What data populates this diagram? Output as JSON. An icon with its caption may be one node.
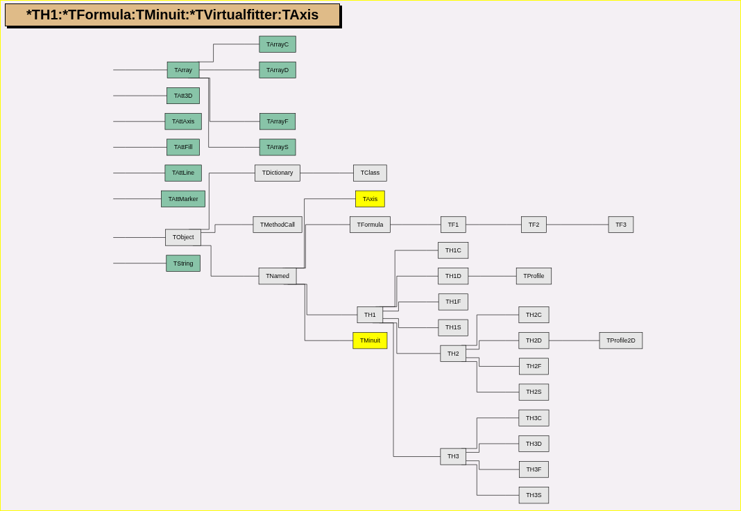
{
  "diagram": {
    "title": "*TH1:*TFormula:TMinuit:*TVirtualfitter:TAxis",
    "nodes": [
      {
        "text": [
          "TArray"
        ]
      },
      {
        "text": [
          "TArrayC"
        ]
      },
      {
        "text": [
          "TArrayD"
        ]
      },
      {
        "text": [
          "TArrayF"
        ]
      },
      {
        "text": [
          "TArrayS"
        ]
      },
      {
        "text": [
          "TAtt3D"
        ]
      },
      {
        "text": [
          "TAttAxis"
        ]
      },
      {
        "text": [
          "TAttFill"
        ]
      },
      {
        "text": [
          "TAttLine"
        ]
      },
      {
        "text": [
          "TAttMarker"
        ]
      },
      {
        "text": [
          "TObject"
        ]
      },
      {
        "text": [
          "TDictionary"
        ]
      },
      {
        "text": [
          "TClass"
        ]
      },
      {
        "text": [
          "TMethodCall"
        ]
      },
      {
        "text": [
          "TNamed"
        ]
      },
      {
        "text": [
          "TAxis"
        ]
      },
      {
        "text": [
          "TFormula"
        ]
      },
      {
        "text": [
          "TF1"
        ]
      },
      {
        "text": [
          "TF2"
        ]
      },
      {
        "text": [
          "TF3"
        ]
      },
      {
        "text": [
          "TH1"
        ]
      },
      {
        "text": [
          "TH1C"
        ]
      },
      {
        "text": [
          "TH1D"
        ]
      },
      {
        "text": [
          "TProfile"
        ]
      },
      {
        "text": [
          "TH1F"
        ]
      },
      {
        "text": [
          "TH1S"
        ]
      },
      {
        "text": [
          "TH2"
        ]
      },
      {
        "text": [
          "TH2C"
        ]
      },
      {
        "text": [
          "TH2D"
        ]
      },
      {
        "text": [
          "TProfile2D"
        ]
      },
      {
        "text": [
          "TH2F"
        ]
      },
      {
        "text": [
          "TH2S"
        ]
      },
      {
        "text": [
          "TH3"
        ]
      },
      {
        "text": [
          "TH3C"
        ]
      },
      {
        "text": [
          "TH3D"
        ]
      },
      {
        "text": [
          "TH3F"
        ]
      },
      {
        "text": [
          "TH3S"
        ]
      },
      {
        "text": [
          "TMinuit"
        ]
      },
      {
        "text": [
          "TString"
        ]
      }
    ],
    "edges": [
      {
        "from": null,
        "to": 0,
        "arrow": "none"
      },
      {
        "from": 0,
        "to": 1,
        "arrow": "none"
      },
      {
        "from": 0,
        "to": 2,
        "arrow": "none"
      },
      {
        "from": 0,
        "to": 3,
        "arrow": "none"
      },
      {
        "from": 0,
        "to": 4,
        "arrow": "none"
      },
      {
        "from": null,
        "to": 5,
        "arrow": "none"
      },
      {
        "from": null,
        "to": 6,
        "arrow": "none"
      },
      {
        "from": null,
        "to": 7,
        "arrow": "none"
      },
      {
        "from": null,
        "to": 8,
        "arrow": "none"
      },
      {
        "from": null,
        "to": 9,
        "arrow": "none"
      },
      {
        "from": null,
        "to": 10,
        "arrow": "none"
      },
      {
        "from": 10,
        "to": 11,
        "arrow": "none"
      },
      {
        "from": 11,
        "to": 12,
        "arrow": "none"
      },
      {
        "from": 10,
        "to": 13,
        "arrow": "none"
      },
      {
        "from": 10,
        "to": 14,
        "arrow": "none"
      },
      {
        "from": 14,
        "to": 15,
        "arrow": "none"
      },
      {
        "from": 14,
        "to": 16,
        "arrow": "none"
      },
      {
        "from": 16,
        "to": 17,
        "arrow": "none"
      },
      {
        "from": 17,
        "to": 18,
        "arrow": "none"
      },
      {
        "from": 18,
        "to": 19,
        "arrow": "none"
      },
      {
        "from": 14,
        "to": 20,
        "arrow": "none"
      },
      {
        "from": 20,
        "to": 21,
        "arrow": "none"
      },
      {
        "from": 20,
        "to": 22,
        "arrow": "none"
      },
      {
        "from": 22,
        "to": 23,
        "arrow": "none"
      },
      {
        "from": 20,
        "to": 24,
        "arrow": "none"
      },
      {
        "from": 20,
        "to": 25,
        "arrow": "none"
      },
      {
        "from": 20,
        "to": 26,
        "arrow": "none"
      },
      {
        "from": 26,
        "to": 27,
        "arrow": "none"
      },
      {
        "from": 26,
        "to": 28,
        "arrow": "none"
      },
      {
        "from": 28,
        "to": 29,
        "arrow": "none"
      },
      {
        "from": 26,
        "to": 30,
        "arrow": "none"
      },
      {
        "from": 26,
        "to": 31,
        "arrow": "none"
      },
      {
        "from": 20,
        "to": 32,
        "arrow": "none"
      },
      {
        "from": 32,
        "to": 33,
        "arrow": "none"
      },
      {
        "from": 32,
        "to": 34,
        "arrow": "none"
      },
      {
        "from": 32,
        "to": 35,
        "arrow": "none"
      },
      {
        "from": 32,
        "to": 36,
        "arrow": "none"
      },
      {
        "from": 14,
        "to": 37,
        "arrow": "none"
      },
      {
        "from": null,
        "to": 38,
        "arrow": "none"
      }
    ]
  }
}
